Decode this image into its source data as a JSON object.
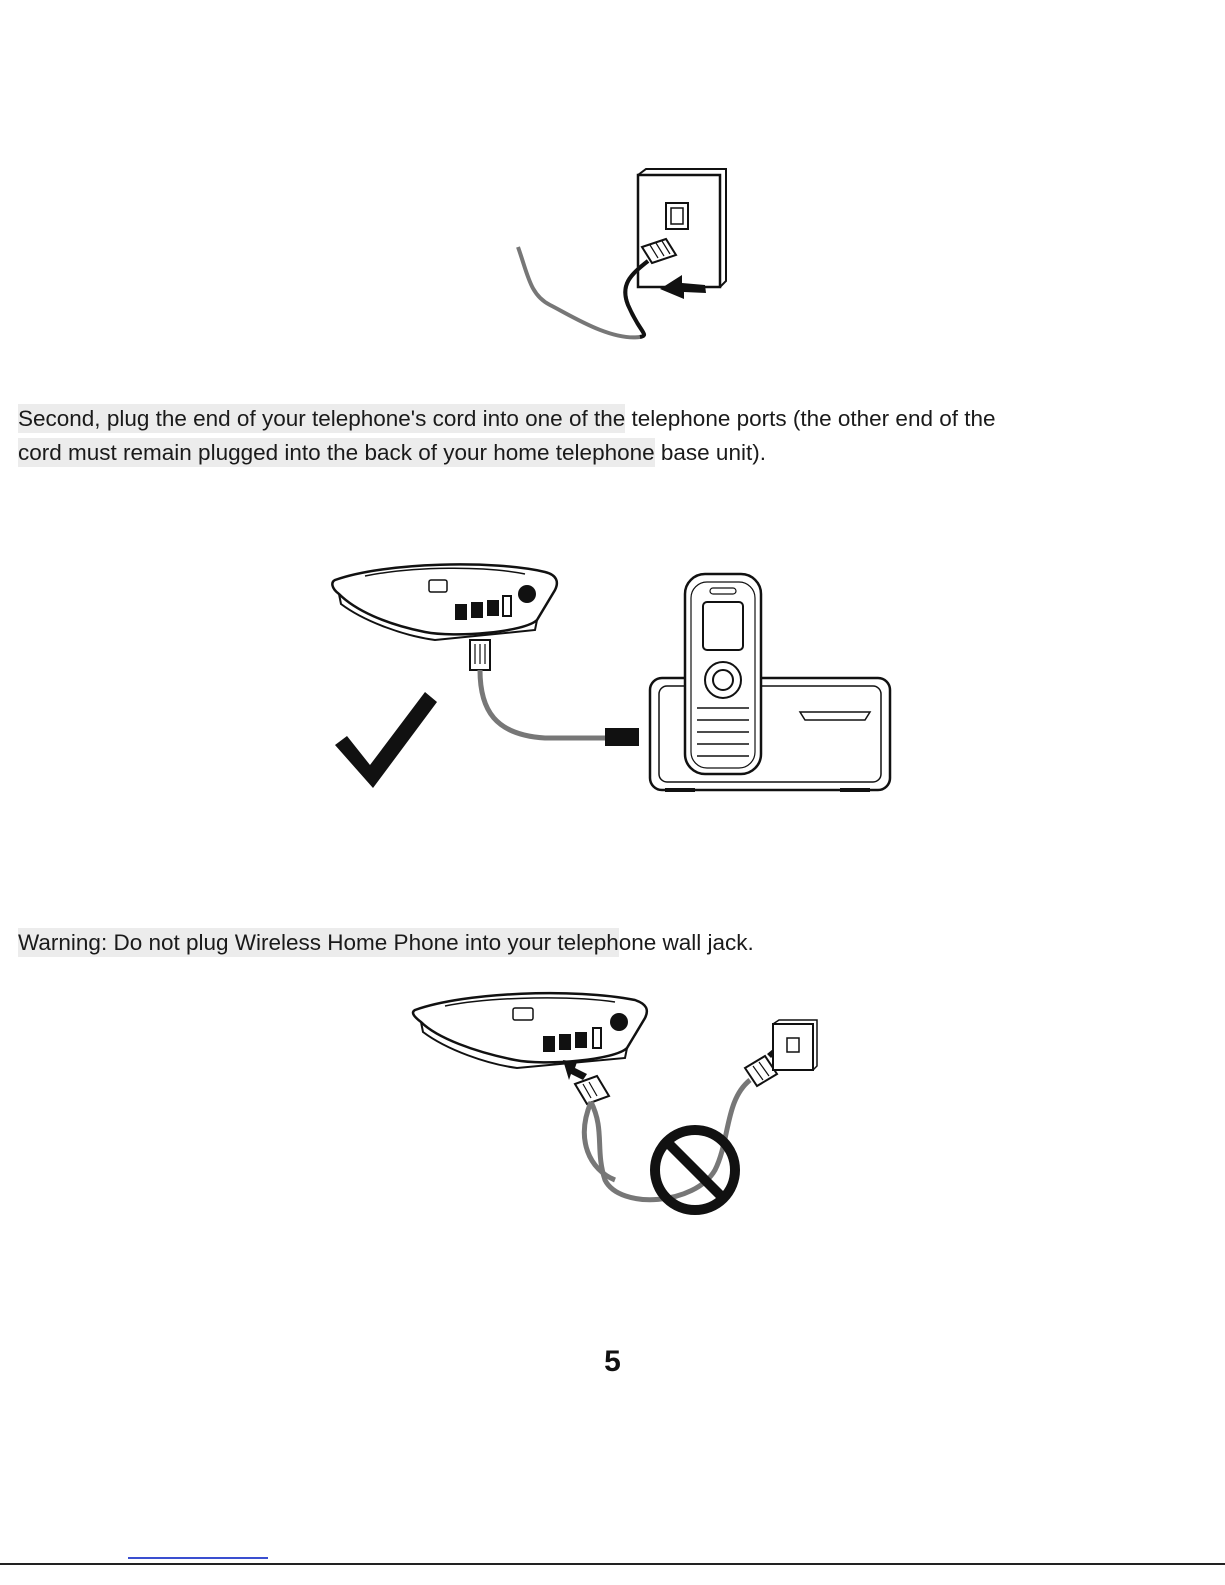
{
  "instructions": {
    "step_two_text_a": "Second, plug the end of your telephone's cord into one of the",
    "step_two_text_b": " telephone ports (the other end of the",
    "step_two_text_c": "cord must remain plugged into the back of your home telephone",
    "step_two_text_d": " base unit).",
    "warning_text_a": "Warning: Do not plug Wireless Home Phone into your teleph",
    "warning_text_b": "one wall jack."
  },
  "figures": {
    "correct_icon": "checkmark-icon",
    "prohibited_icon": "no-sign-icon"
  },
  "page": {
    "number": "5"
  },
  "colors": {
    "ink": "#111111",
    "highlight": "#ececec",
    "footer_link": "#3a4fd0"
  }
}
